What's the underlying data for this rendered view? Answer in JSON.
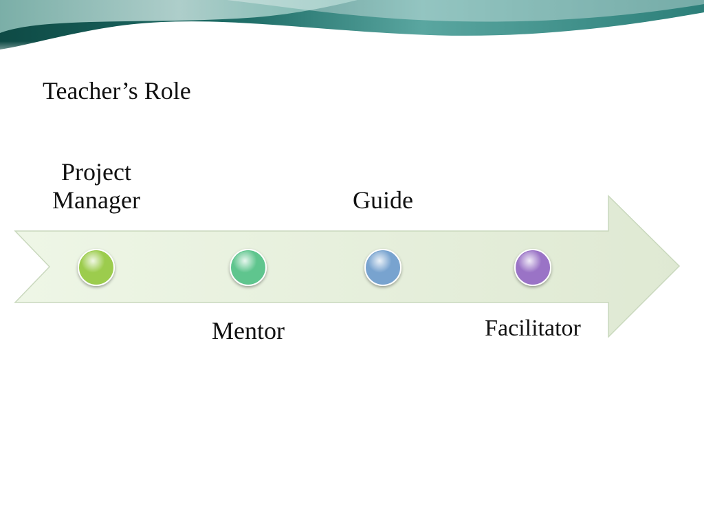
{
  "slide": {
    "title": "Teacher’s Role"
  },
  "timeline": {
    "stages": [
      {
        "name": "project-manager",
        "label_lines": [
          "Project",
          "Manager"
        ],
        "color": "#9ccc4e"
      },
      {
        "name": "mentor",
        "label_lines": [
          "Mentor"
        ],
        "color": "#5fc58e"
      },
      {
        "name": "guide",
        "label_lines": [
          "Guide"
        ],
        "color": "#78a3cf"
      },
      {
        "name": "facilitator",
        "label_lines": [
          "Facilitator"
        ],
        "color": "#9a73c6"
      }
    ],
    "arrow_color": "#e6f1d9",
    "arrow_border": "#c9d8bd"
  }
}
